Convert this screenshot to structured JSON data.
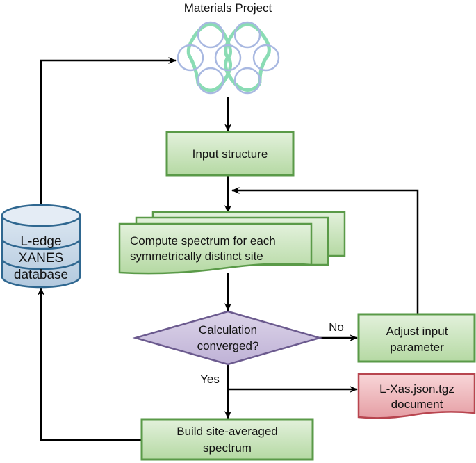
{
  "diagram": {
    "title": "Materials Project",
    "source_icon": "crystal-structure-icon",
    "nodes": {
      "input_structure": {
        "label": "Input structure",
        "shape": "process"
      },
      "compute_spectrum": {
        "lines": [
          "Compute spectrum for each",
          "symmetrically distinct site"
        ],
        "shape": "multi-document"
      },
      "decision": {
        "lines": [
          "Calculation",
          "converged?"
        ],
        "shape": "decision"
      },
      "adjust_input": {
        "lines": [
          "Adjust input",
          "parameter"
        ],
        "shape": "process"
      },
      "output_document": {
        "lines": [
          "L-Xas.json.tgz",
          "document"
        ],
        "shape": "document"
      },
      "build_average": {
        "lines": [
          "Build site-averaged",
          "spectrum"
        ],
        "shape": "process"
      },
      "database": {
        "lines": [
          "L-edge",
          "XANES",
          "database"
        ],
        "shape": "database"
      }
    },
    "edge_labels": {
      "no": "No",
      "yes": "Yes"
    },
    "edges": [
      {
        "from": "materials_project",
        "to": "input_structure"
      },
      {
        "from": "input_structure",
        "to": "compute_spectrum"
      },
      {
        "from": "compute_spectrum",
        "to": "decision"
      },
      {
        "from": "decision",
        "to": "adjust_input",
        "label": "No"
      },
      {
        "from": "adjust_input",
        "to": "compute_spectrum"
      },
      {
        "from": "decision",
        "to": "output_document",
        "label": "Yes"
      },
      {
        "from": "decision",
        "to": "build_average",
        "label": "Yes"
      },
      {
        "from": "build_average",
        "to": "database"
      },
      {
        "from": "database",
        "to": "materials_project"
      }
    ],
    "colors": {
      "process_fill_top": "#e2f0da",
      "process_fill_bottom": "#b9dca8",
      "process_stroke": "#5a9a48",
      "decision_fill": "#cdc3de",
      "decision_stroke": "#6b5a8e",
      "document_red_fill_top": "#f7d2d4",
      "document_red_fill_bottom": "#e7a3a8",
      "document_red_stroke": "#b8454f",
      "database_fill": "#c7d8e8",
      "database_stroke": "#2f6790",
      "molecule_circle": "#a7b8e0",
      "molecule_bond": "#86dbb2",
      "arrow": "#000000"
    }
  }
}
